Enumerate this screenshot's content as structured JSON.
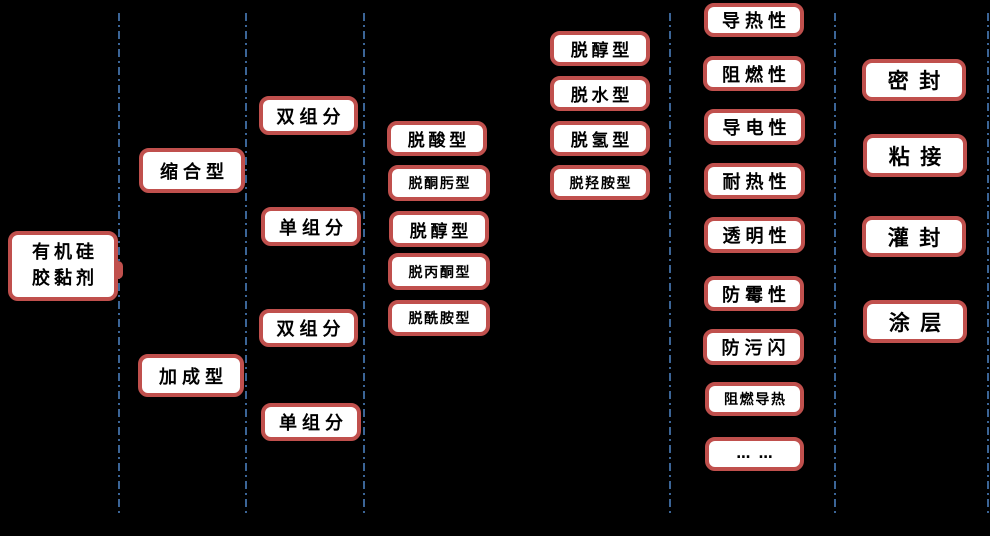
{
  "diagram": {
    "kind": "classification-tree",
    "nodes": {
      "root_line1": "有机硅",
      "root_line2": "胶黏剂",
      "condensation": "缩合型",
      "addition": "加成型",
      "two_component_a": "双组分",
      "one_component_a": "单组分",
      "two_component_b": "双组分",
      "one_component_b": "单组分",
      "deacid": "脱酸型",
      "deketoxime": "脱酮肟型",
      "dealcohol_a": "脱醇型",
      "deacetone": "脱丙酮型",
      "deamide": "脱酰胺型",
      "dealcohol_b": "脱醇型",
      "dewater": "脱水型",
      "dehydrogen": "脱氢型",
      "dehydroxylamine": "脱羟胺型",
      "thermal_conductive": "导热性",
      "flame_retardant": "阻燃性",
      "electrically_conductive": "导电性",
      "heat_resistant": "耐热性",
      "transparent": "透明性",
      "mold_resistant": "防霉性",
      "anti_pollution_flashover": "防污闪",
      "flame_retardant_thermal": "阻燃导热",
      "more": "… …",
      "sealing": "密封",
      "bonding": "粘接",
      "potting": "灌封",
      "coating": "涂层"
    },
    "colors": {
      "background": "#000000",
      "box_border": "#C0504D",
      "box_fill": "#FFFFFF",
      "box_text": "#000000",
      "guide_line": "#4A7EBB"
    }
  }
}
